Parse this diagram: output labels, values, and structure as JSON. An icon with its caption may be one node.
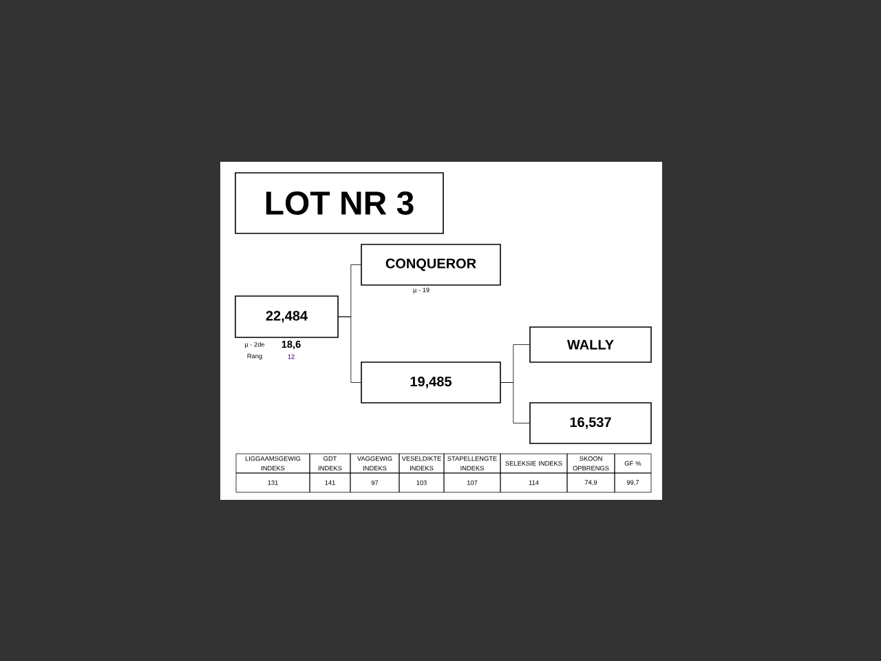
{
  "diagram": {
    "nodes": [
      {
        "text": [
          "LOT NR 3"
        ]
      },
      {
        "text": [
          "22,484"
        ],
        "beside": [
          "µ - 2de",
          "18,6",
          "Rang",
          "12"
        ]
      },
      {
        "text": [
          "CONQUEROR"
        ],
        "beside": [
          "µ - 19"
        ]
      },
      {
        "text": [
          "19,485"
        ]
      },
      {
        "text": [
          "WALLY"
        ]
      },
      {
        "text": [
          "16,537"
        ]
      }
    ],
    "edges": [
      {
        "from": 1,
        "to": 2,
        "arrow": "none"
      },
      {
        "from": 1,
        "to": 3,
        "arrow": "none"
      },
      {
        "from": 3,
        "to": 4,
        "arrow": "none"
      },
      {
        "from": 3,
        "to": 5,
        "arrow": "none"
      }
    ],
    "labels": [
      "LIGGAAMSGEWIG INDEKS",
      "GDT INDEKS",
      "VAGGEWIG INDEKS",
      "VESELDIKTE INDEKS",
      "STAPELLENGTE INDEKS",
      "SELEKSIE INDEKS",
      "SKOON OPBRENGS",
      "GF %",
      "131",
      "141",
      "97",
      "103",
      "107",
      "114",
      "74,9",
      "99,7"
    ]
  }
}
